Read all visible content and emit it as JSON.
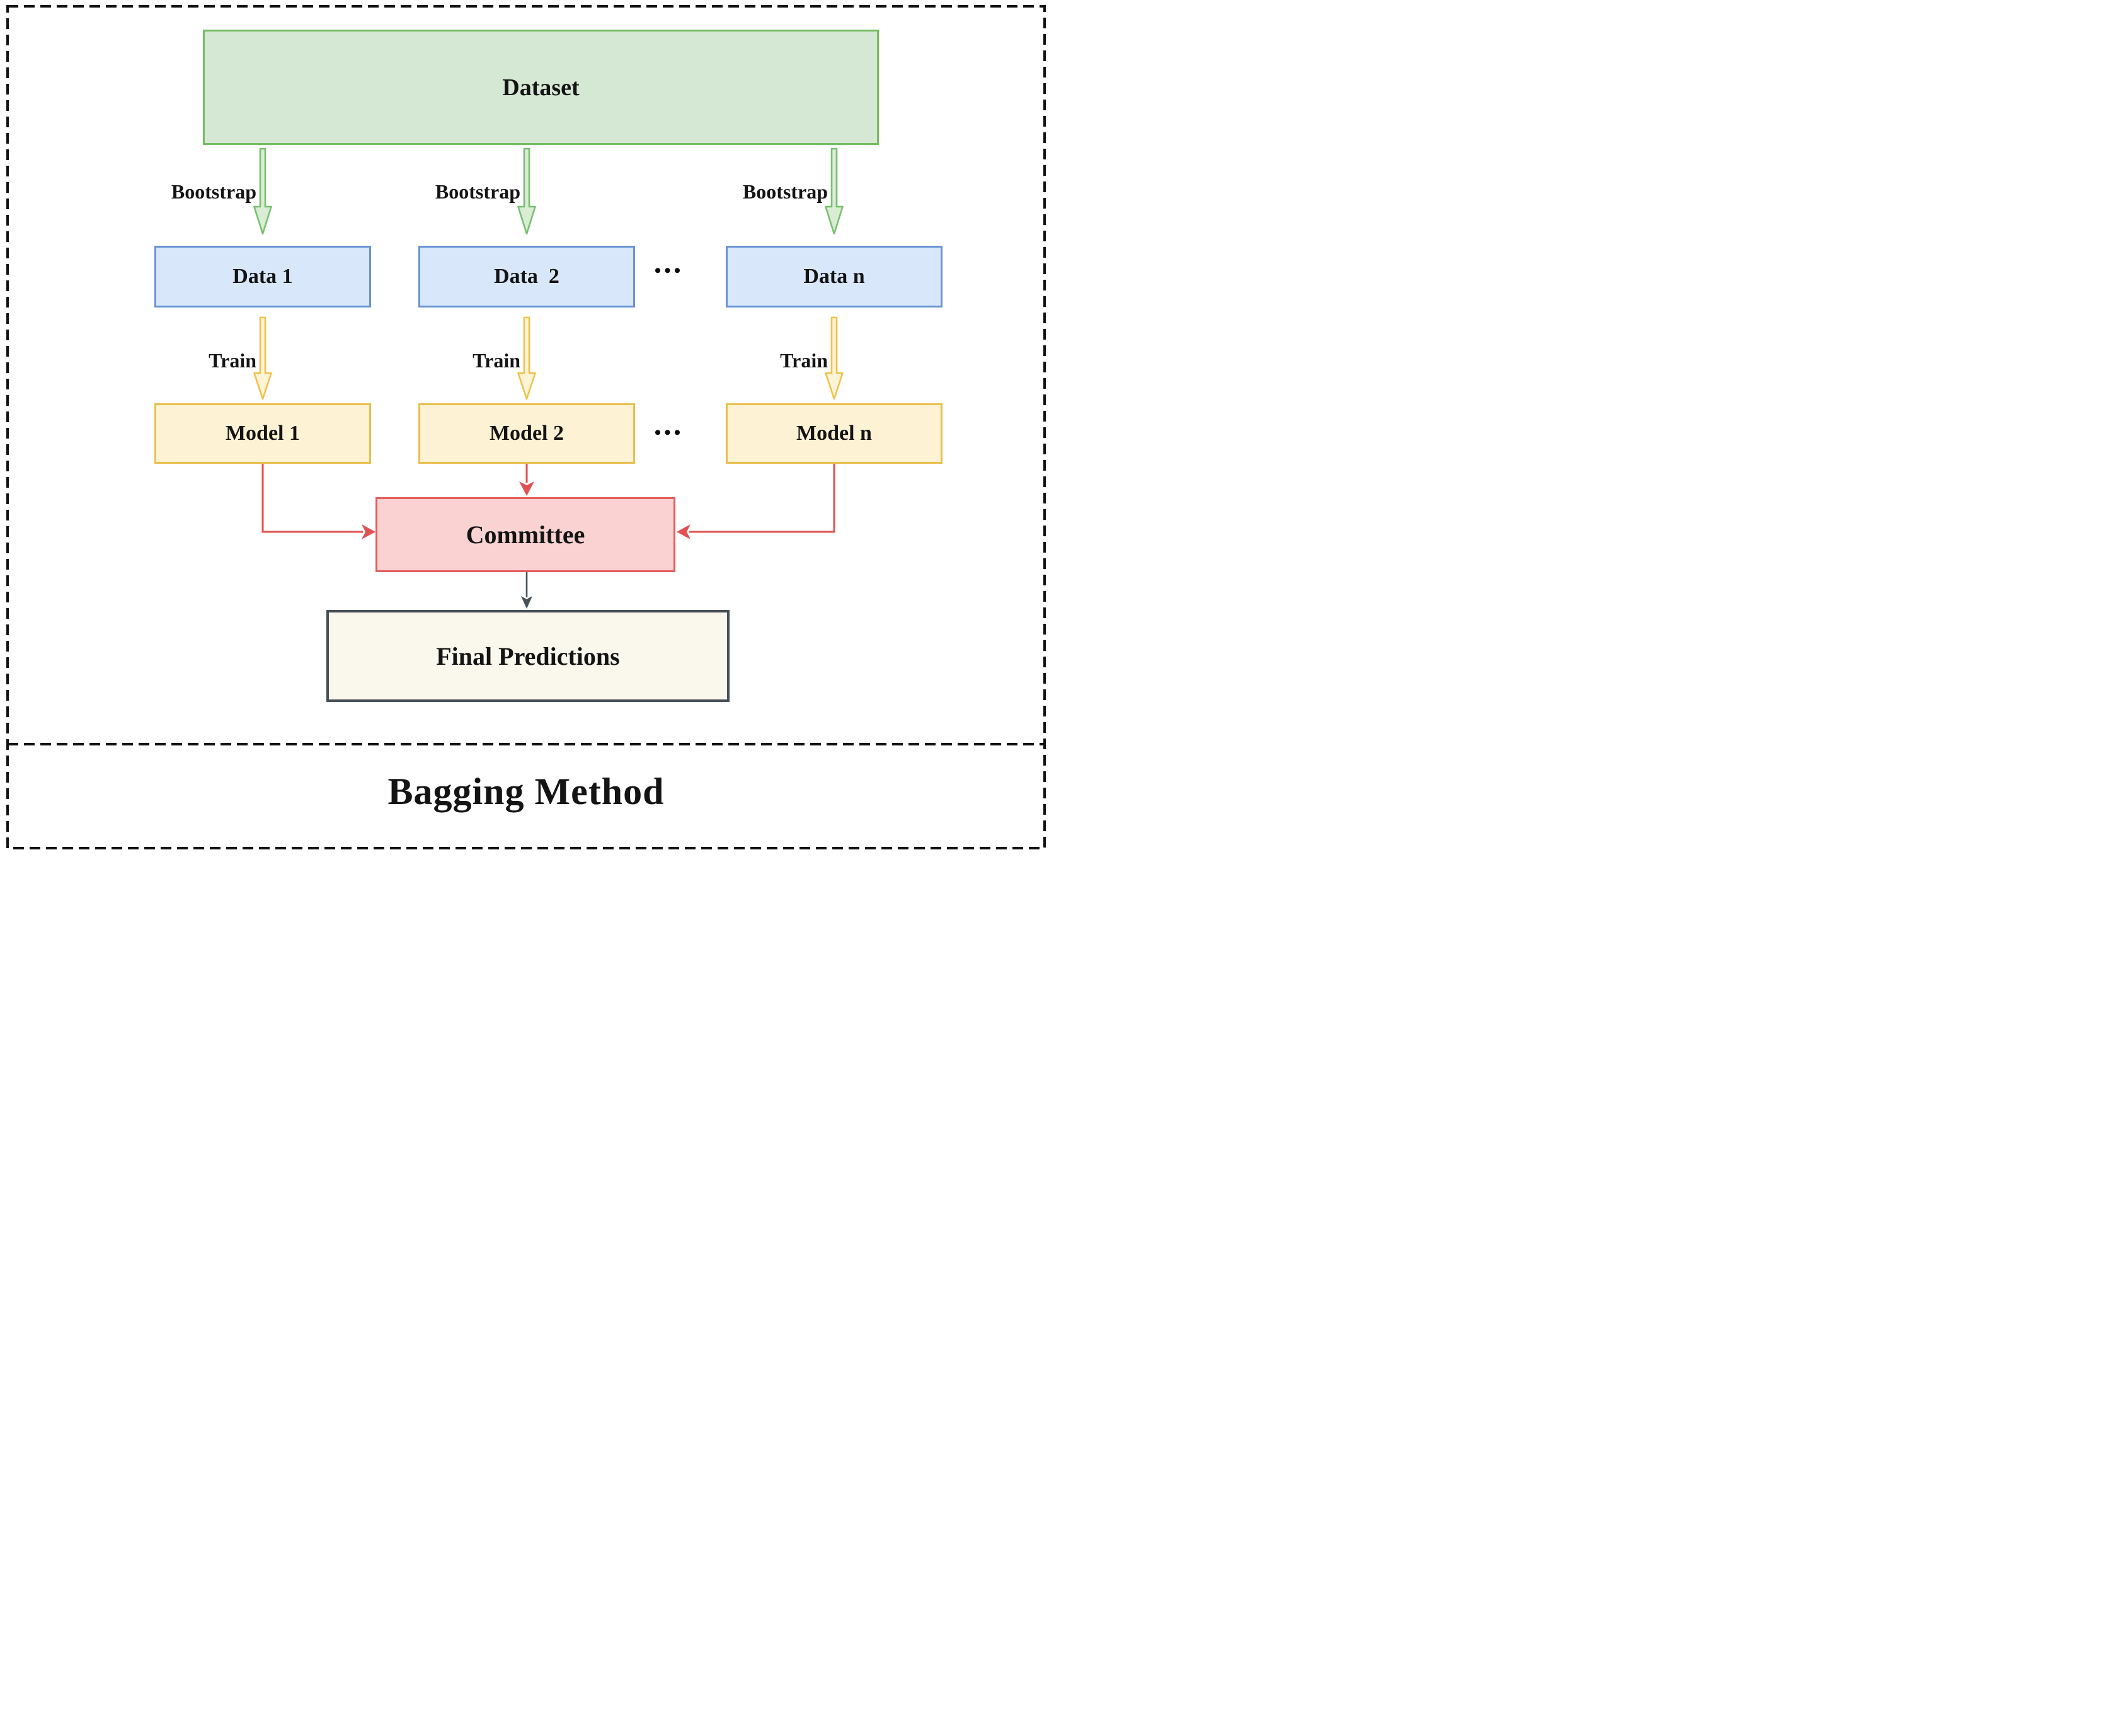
{
  "diagram": {
    "title": "Bagging Method",
    "dataset_label": "Dataset",
    "bootstrap_label": "Bootstrap",
    "train_label": "Train",
    "ellipsis": "•••",
    "columns": [
      {
        "data_label": "Data 1",
        "model_label": "Model 1"
      },
      {
        "data_label": "Data  2",
        "model_label": "Model 2"
      },
      {
        "data_label": "Data n",
        "model_label": "Model n"
      }
    ],
    "committee_label": "Committee",
    "final_label": "Final Predictions",
    "colors": {
      "dataset_fill": "#d5e8d4",
      "dataset_stroke": "#74bd63",
      "data_fill": "#d8e7fa",
      "data_stroke": "#6a93d4",
      "model_fill": "#fdf2d3",
      "model_stroke": "#e9bf4c",
      "committee_fill": "#fad2d2",
      "committee_stroke": "#e15d5d",
      "final_fill": "#faf7ec",
      "final_stroke": "#454f57",
      "green_arrow_fill": "#d9ecd4",
      "green_arrow_stroke": "#77c06f",
      "yellow_arrow_fill": "#fdf4d8",
      "yellow_arrow_stroke": "#f0c14b",
      "red_connector": "#e05252",
      "dark_connector": "#46525a",
      "frame": "#111111",
      "text": "#141414"
    }
  }
}
